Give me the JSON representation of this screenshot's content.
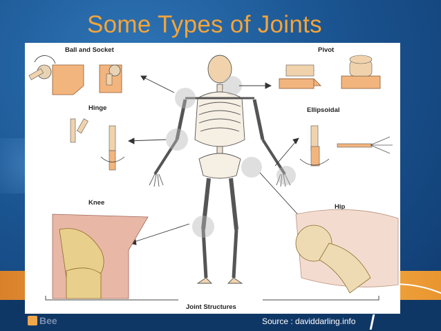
{
  "slide": {
    "title": "Some Types of Joints",
    "source": "Source : daviddarling.info",
    "logo_text": "Bee"
  },
  "diagram": {
    "labels": {
      "ball_and_socket": "Ball and Socket",
      "pivot": "Pivot",
      "hinge": "Hinge",
      "ellipsoidal": "Ellipsoidal",
      "knee": "Knee",
      "hip": "Hip",
      "caption": "Joint Structures"
    }
  },
  "colors": {
    "title": "#f4a43a",
    "bone": "#f0d3ad",
    "block": "#f3b57e",
    "background": "#1b5592",
    "accent_band": "#f0a64a"
  }
}
